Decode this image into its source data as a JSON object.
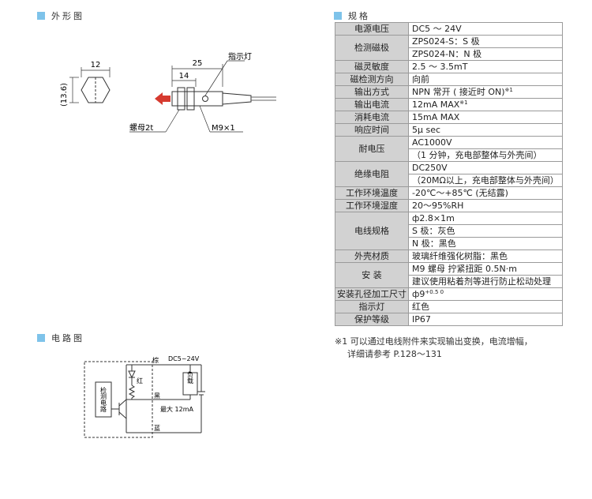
{
  "sections": {
    "outline": "外形图",
    "spec": "规格",
    "circuit": "电路图"
  },
  "outline_drawing": {
    "dim_width": "12",
    "dim_height": "(13.6)",
    "dim_total": "25",
    "dim_body": "14",
    "label_indicator": "指示灯",
    "label_nut": "螺母2t",
    "label_thread": "M9×1"
  },
  "spec_rows": [
    {
      "key": "电源电压",
      "lines": [
        "DC5 ～ 24V"
      ]
    },
    {
      "key": "检测磁极",
      "lines": [
        "ZPS024-S：S 极",
        "ZPS024-N：N 极"
      ]
    },
    {
      "key": "磁灵敏度",
      "lines": [
        "2.5 ～ 3.5mT"
      ]
    },
    {
      "key": "磁检测方向",
      "lines": [
        "向前"
      ]
    },
    {
      "key": "输出方式",
      "lines": [
        "NPN 常开 ( 接近时 ON)"
      ],
      "sup": "※1"
    },
    {
      "key": "输出电流",
      "lines": [
        "12mA MAX"
      ],
      "sup": "※1"
    },
    {
      "key": "消耗电流",
      "lines": [
        "15mA MAX"
      ]
    },
    {
      "key": "响应时间",
      "lines": [
        "5μ sec"
      ]
    },
    {
      "key": "耐电压",
      "lines": [
        "AC1000V",
        "（1 分钟，充电部整体与外壳间）"
      ]
    },
    {
      "key": "绝缘电阻",
      "lines": [
        "DC250V",
        "（20MΩ以上，充电部整体与外壳间）"
      ]
    },
    {
      "key": "工作环境温度",
      "lines": [
        "-20℃～+85℃ (无结露)"
      ]
    },
    {
      "key": "工作环境湿度",
      "lines": [
        "20～95%RH"
      ]
    },
    {
      "key": "电线规格",
      "lines": [
        "ф2.8×1m",
        "S 极：灰色",
        "N 极：黑色"
      ]
    },
    {
      "key": "外壳材质",
      "lines": [
        "玻璃纤维强化树脂：黑色"
      ]
    },
    {
      "key": "安 装",
      "lines": [
        "M9 螺母 拧紧扭距 0.5N·m",
        "建议使用粘着剂等进行防止松动处理"
      ]
    },
    {
      "key": "安装孔径加工尺寸",
      "lines": [
        "ф9"
      ],
      "sup": "+0.5 0"
    },
    {
      "key": "指示灯",
      "lines": [
        "红色"
      ]
    },
    {
      "key": "保护等级",
      "lines": [
        "IP67"
      ]
    }
  ],
  "note": {
    "line1": "※1 可以通过电线附件来实现输出变换，电流增幅，",
    "line2": "详细请参考 P.128～131"
  },
  "circuit": {
    "supply": "DC5~24V",
    "wire_brown": "棕",
    "led_red": "红",
    "wire_black": "黑",
    "wire_blue": "蓝",
    "load": "负载",
    "max_current": "最大 12mA",
    "detect_circuit": "检测电路"
  },
  "colors": {
    "marker": "#7ec3ea",
    "key_cell": "#d2d2d2",
    "arrow": "#d63a2f"
  }
}
